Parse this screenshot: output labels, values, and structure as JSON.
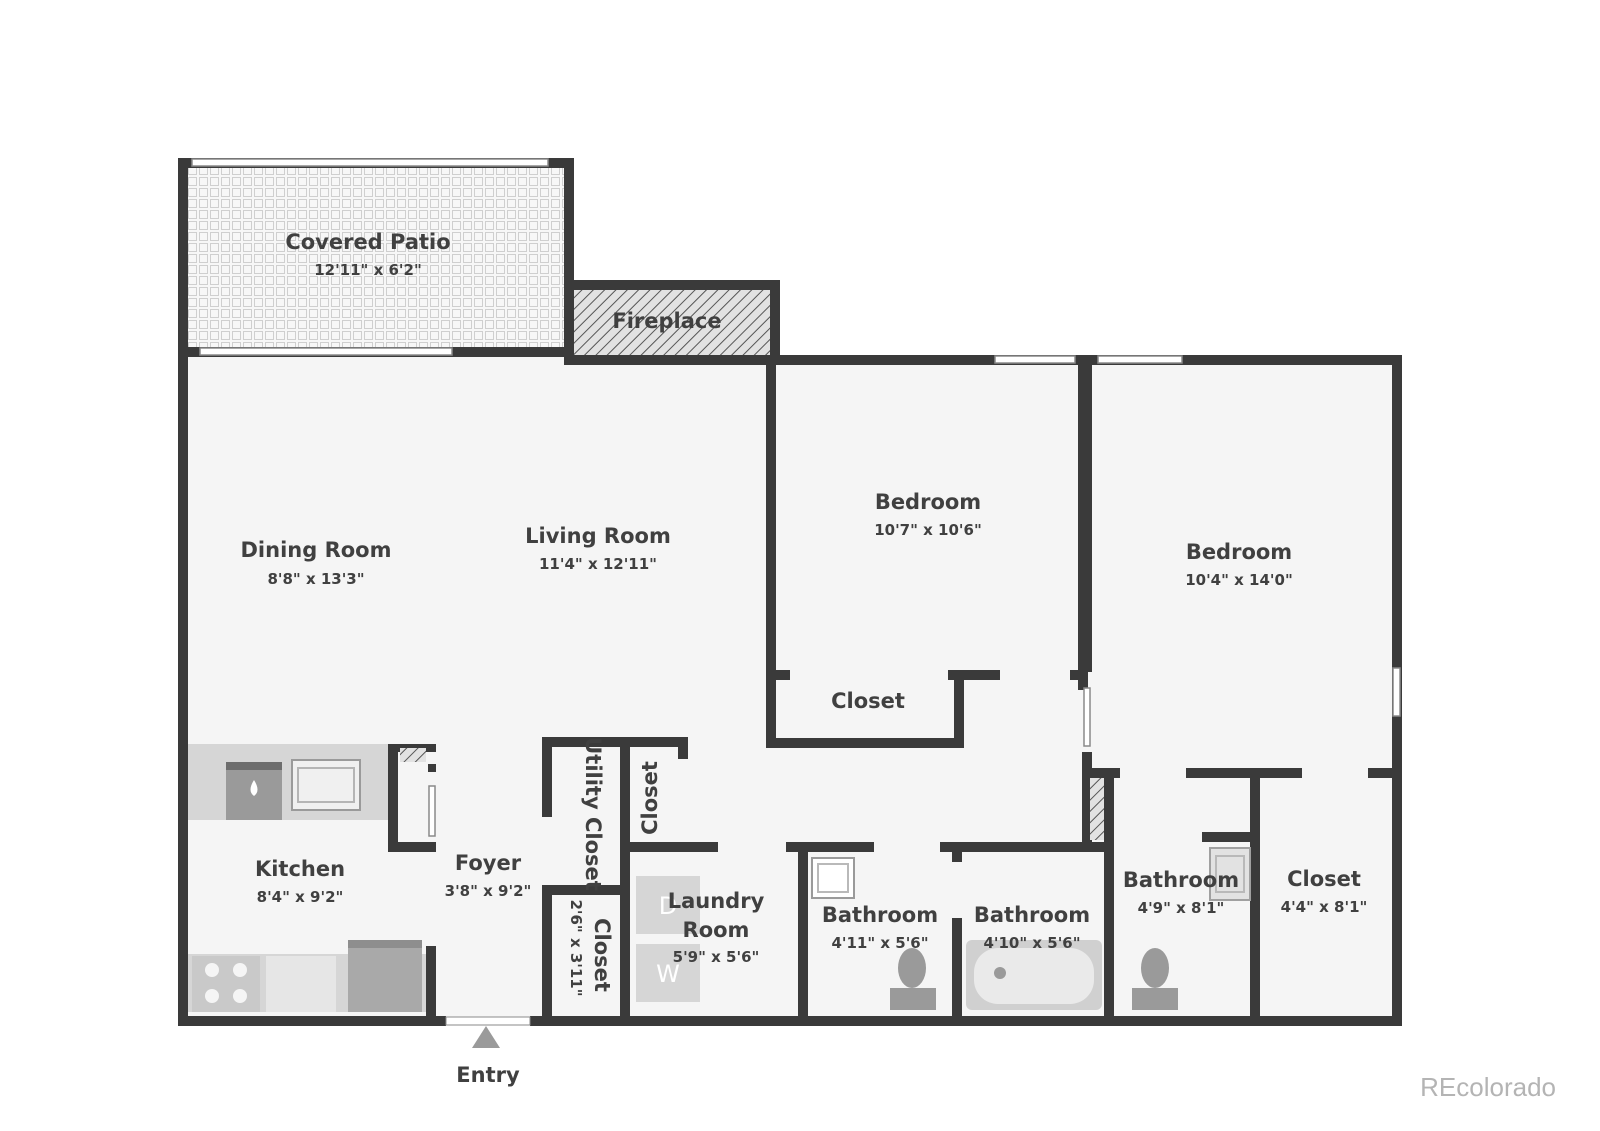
{
  "rooms": {
    "covered_patio": {
      "name": "Covered Patio",
      "dims": "12'11\" x 6'2\""
    },
    "fireplace": {
      "name": "Fireplace"
    },
    "dining_room": {
      "name": "Dining Room",
      "dims": "8'8\" x 13'3\""
    },
    "living_room": {
      "name": "Living Room",
      "dims": "11'4\" x 12'11\""
    },
    "bedroom_1": {
      "name": "Bedroom",
      "dims": "10'7\" x 10'6\""
    },
    "bedroom_2": {
      "name": "Bedroom",
      "dims": "10'4\" x 14'0\""
    },
    "closet_bedroom1": {
      "name": "Closet"
    },
    "utility_closet": {
      "name": "Utility Closet"
    },
    "closet_small": {
      "name": "Closet"
    },
    "kitchen": {
      "name": "Kitchen",
      "dims": "8'4\" x 9'2\""
    },
    "foyer": {
      "name": "Foyer",
      "dims": "3'8\" x 9'2\""
    },
    "closet_foyer": {
      "name": "Closet",
      "dims": "2'6\" x 3'11\""
    },
    "laundry_room": {
      "name_line1": "Laundry",
      "name_line2": "Room",
      "dims": "5'9\" x 5'6\""
    },
    "bathroom_1": {
      "name": "Bathroom",
      "dims": "4'11\" x 5'6\""
    },
    "bathroom_2": {
      "name": "Bathroom",
      "dims": "4'10\" x 5'6\""
    },
    "bathroom_3": {
      "name": "Bathroom",
      "dims": "4'9\" x 8'1\""
    },
    "closet_bedroom2": {
      "name": "Closet",
      "dims": "4'4\" x 8'1\""
    }
  },
  "entry": {
    "label": "Entry"
  },
  "appliances": {
    "dryer_letter": "D",
    "washer_letter": "W"
  },
  "watermark": "REcolorado",
  "colors": {
    "wall": "#3a3a3a",
    "floor": "#f5f5f5",
    "text": "#404040"
  }
}
